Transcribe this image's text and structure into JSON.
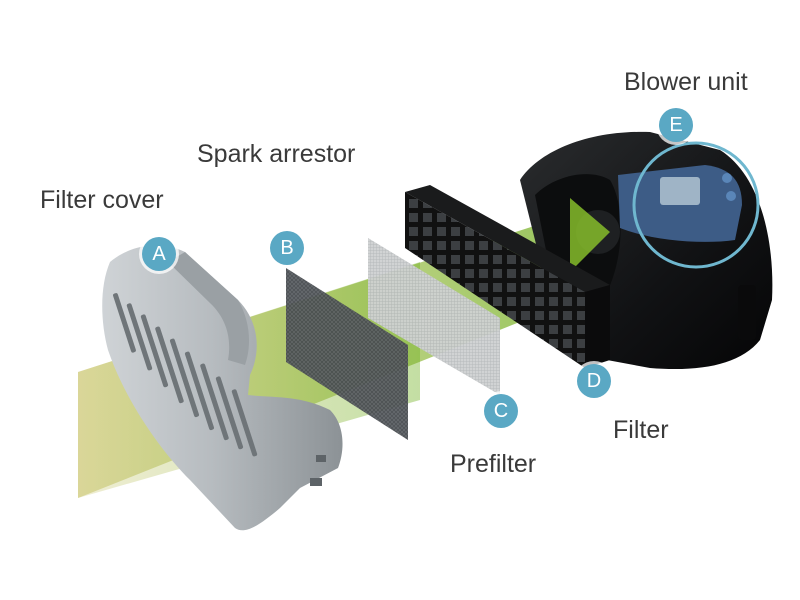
{
  "parts": [
    {
      "letter": "A",
      "label": "Filter cover"
    },
    {
      "letter": "B",
      "label": "Spark arrestor"
    },
    {
      "letter": "C",
      "label": "Prefilter"
    },
    {
      "letter": "D",
      "label": "Filter"
    },
    {
      "letter": "E",
      "label": "Blower unit"
    }
  ],
  "colors": {
    "badge": "#5aa8c4",
    "airflow": "#9cc42a",
    "label_text": "#3a3a3a"
  }
}
